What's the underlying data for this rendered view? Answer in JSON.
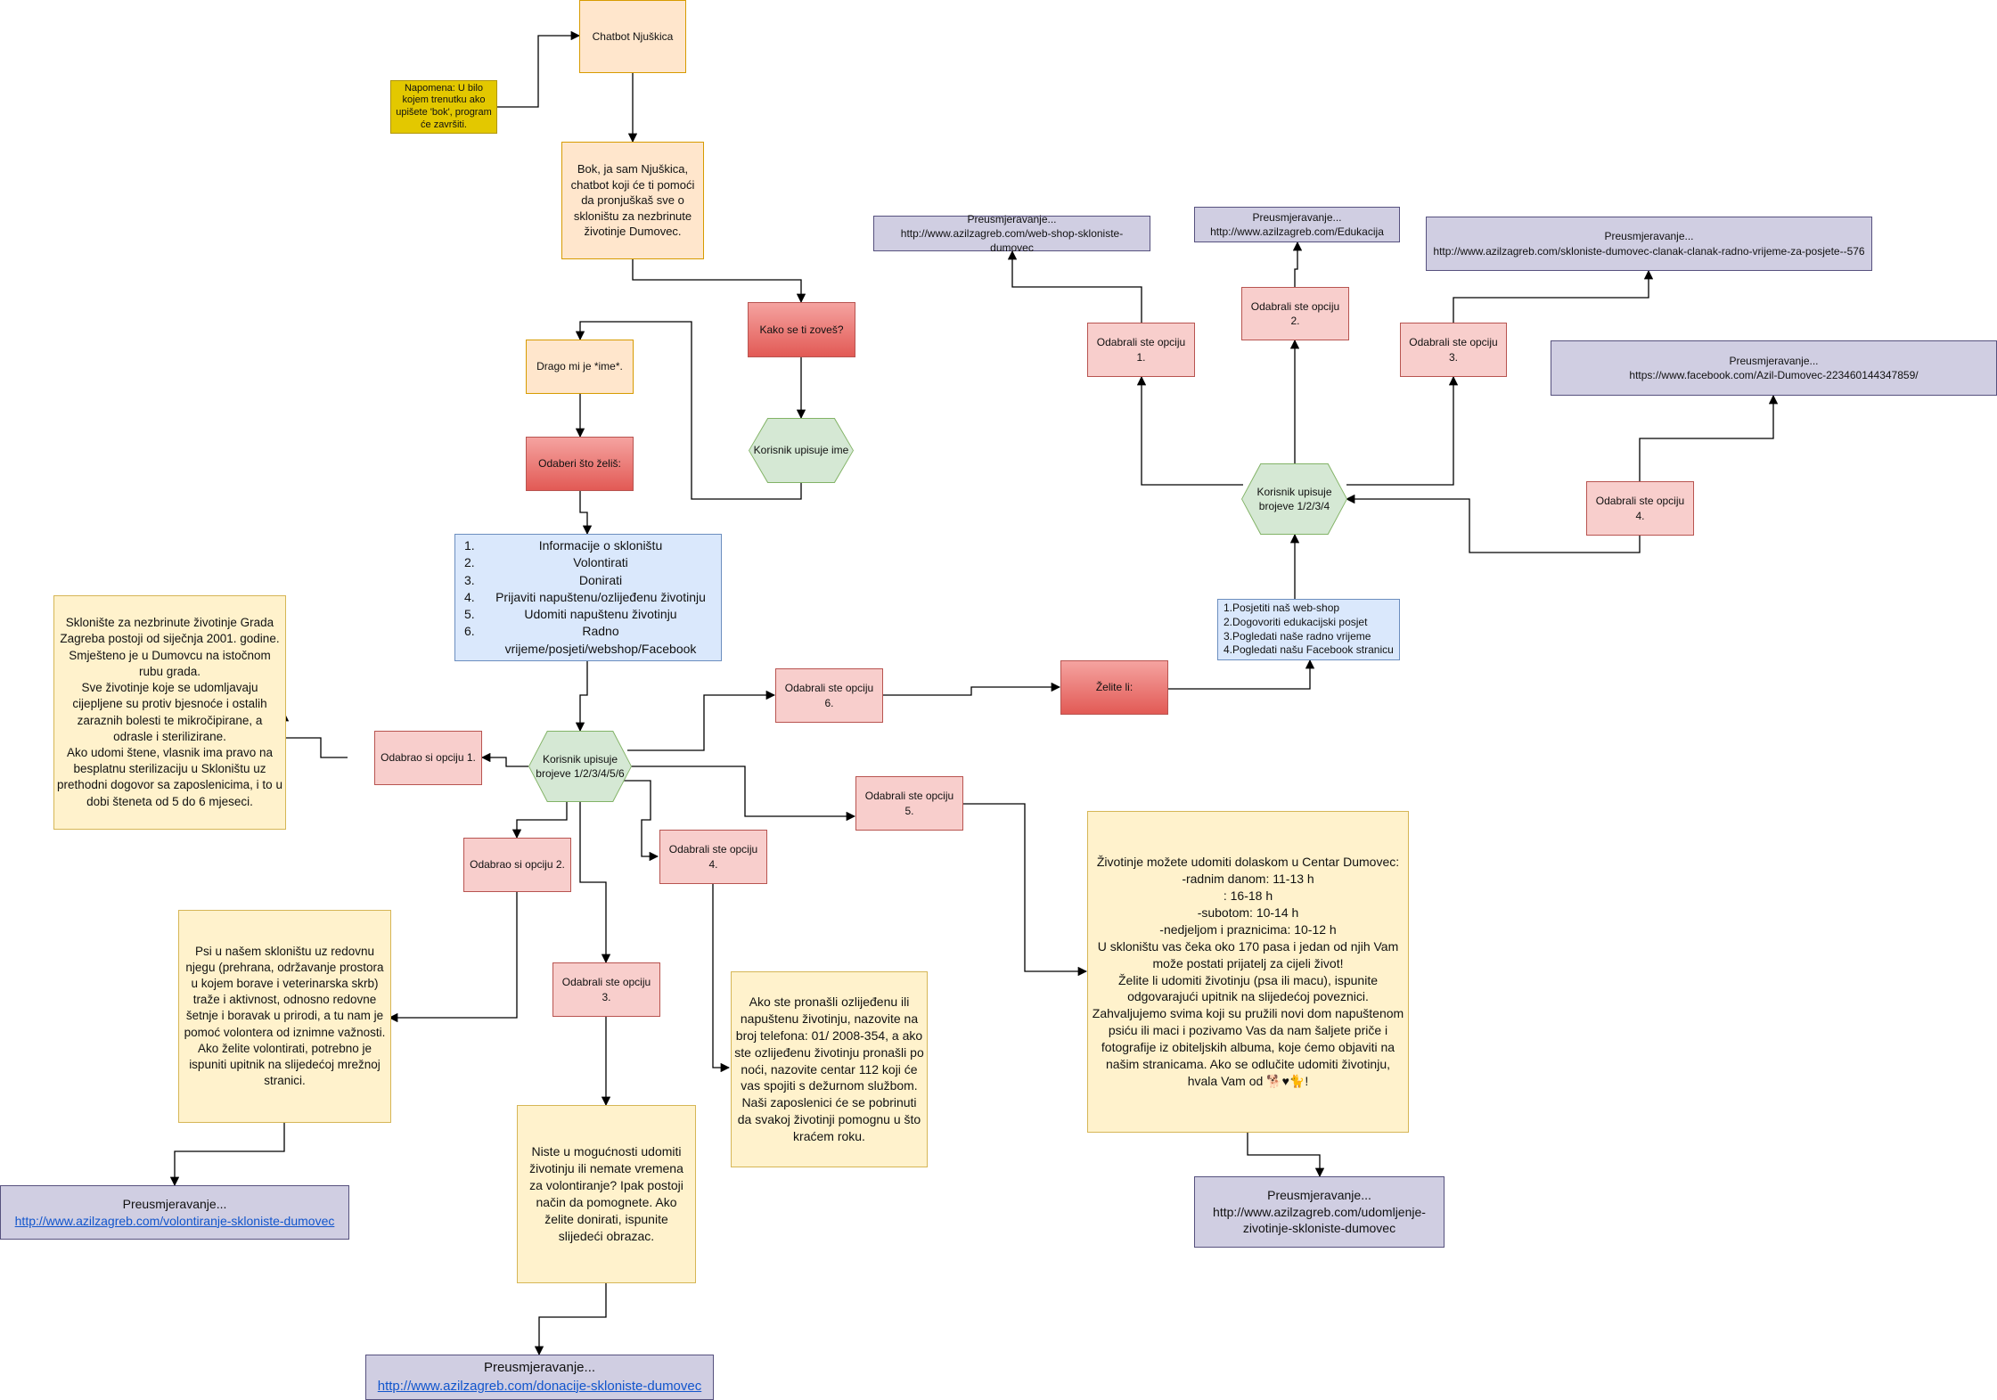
{
  "nodes": {
    "start": "Chatbot Njuškica",
    "note": "Napomena: U bilo kojem trenutku ako upišete 'bok', program će završiti.",
    "intro": "Bok, ja sam Njuškica, chatbot koji će ti pomoći da pronjuškaš sve o skloništu za nezbrinute životinje Dumovec.",
    "ask_name": "Kako se ti zoveš?",
    "user_name": "Korisnik upisuje ime",
    "greeting": "Drago mi je *ime*.",
    "choose": "Odaberi što želiš:",
    "main_menu": [
      {
        "num": "1.",
        "label": "Informacije o skloništu"
      },
      {
        "num": "2.",
        "label": "Volontirati"
      },
      {
        "num": "3.",
        "label": "Donirati"
      },
      {
        "num": "4.",
        "label": "Prijaviti napuštenu/ozlijeđenu životinju"
      },
      {
        "num": "5.",
        "label": "Udomiti napuštenu životinju"
      },
      {
        "num": "6.",
        "label": "Radno vrijeme/posjeti/webshop/Facebook"
      }
    ],
    "user_choice_main": "Korisnik upisuje brojeve 1/2/3/4/5/6",
    "opt1": "Odabrao si opciju 1.",
    "opt2": "Odabrao si opciju 2.",
    "opt3": "Odabrali ste opciju 3.",
    "opt4": "Odabrali ste opciju 4.",
    "opt5": "Odabrali ste opciju 5.",
    "opt6": "Odabrali ste opciju 6.",
    "info_text": "Sklonište za nezbrinute životinje Grada Zagreba postoji od siječnja 2001. godine. Smješteno je u Dumovcu na istočnom rubu grada.\nSve životinje koje se udomljavaju cijepljene su protiv bjesnoće i ostalih zaraznih bolesti te mikročipirane, a odrasle i sterilizirane.\nAko udomi štene, vlasnik ima pravo na besplatnu sterilizaciju u Skloništu uz prethodni dogovor sa zaposlenicima, i to u dobi šteneta od 5 do 6 mjeseci.",
    "volunteer_text": "Psi u našem skloništu uz redovnu njegu (prehrana, održavanje prostora u kojem borave i veterinarska skrb) traže i aktivnost, odnosno redovne šetnje i boravak u prirodi, a tu nam je pomoć volontera od iznimne važnosti.\nAko želite volontirati, potrebno je ispuniti upitnik na slijedećoj mrežnoj stranici.",
    "volunteer_redirect": "Preusmjeravanje...",
    "volunteer_link": "http://www.azilzagreb.com/volontiranje-skloniste-dumovec",
    "donate_text": "Niste u mogućnosti udomiti životinju ili nemate vremena za volontiranje? Ipak postoji način da pomognete. Ako želite donirati, ispunite slijedeći obrazac.",
    "donate_redirect": "Preusmjeravanje...",
    "donate_link": "http://www.azilzagreb.com/donacije-skloniste-dumovec",
    "report_text": "Ako ste pronašli ozlijeđenu ili napuštenu životinju, nazovite na broj telefona: 01/ 2008-354, a ako ste ozlijeđenu životinju pronašli po noći, nazovite centar 112 koji će vas spojiti s dežurnom službom. Naši zaposlenici će se pobrinuti da svakoj životinji pomognu u što kraćem roku.",
    "adopt_text": "Životinje možete udomiti dolaskom u Centar Dumovec:\n-radnim danom: 11-13 h\n: 16-18 h\n-subotom:    10-14 h\n-nedjeljom i praznicima: 10-12 h\nU skloništu vas čeka oko 170 pasa i jedan od njih Vam može postati prijatelj za cijeli život!\nŽelite li udomiti životinju (psa ili macu), ispunite odgovarajući upitnik na slijedećoj poveznici. Zahvaljujemo svima koji su pružili novi dom napuštenom psiću ili maci i pozivamo Vas da nam šaljete priče i fotografije iz obiteljskih albuma, koje ćemo objaviti na našim stranicama. Ako se odlučite udomiti životinju, hvala Vam od 🐕♥🐈!",
    "adopt_redirect": "Preusmjeravanje...\nhttp://www.azilzagreb.com/udomljenje-zivotinje-skloniste-dumovec",
    "want": "Želite li:",
    "sub_menu": [
      "1.Posjetiti naš web-shop",
      "2.Dogovoriti edukacijski posjet",
      "3.Pogledati naše radno vrijeme",
      "4.Pogledati našu Facebook stranicu"
    ],
    "user_choice_sub": "Korisnik upisuje brojeve 1/2/3/4",
    "sub1": "Odabrali ste opciju 1.",
    "sub2": "Odabrali ste opciju 2.",
    "sub3": "Odabrali ste opciju 3.",
    "sub4": "Odabrali ste opciju 4.",
    "r_webshop": "Preusmjeravanje...\nhttp://www.azilzagreb.com/web-shop-skloniste-dumovec",
    "r_edu": "Preusmjeravanje...\nhttp://www.azilzagreb.com/Edukacija",
    "r_hours": "Preusmjeravanje...\nhttp://www.azilzagreb.com/skloniste-dumovec-clanak-clanak-radno-vrijeme-za-posjete--576",
    "r_fb": "Preusmjeravanje...\nhttps://www.facebook.com/Azil-Dumovec-223460144347859/"
  },
  "colors": {
    "orange_fill": "#ffe6cc",
    "red_fill": "#f8cecc",
    "blue_fill": "#dae8fc",
    "yellow_fill": "#fff2cc",
    "purple_fill": "#d0cee2",
    "green_fill": "#d5e8d4",
    "note_fill": "#e3c800",
    "link": "#1155cc"
  }
}
